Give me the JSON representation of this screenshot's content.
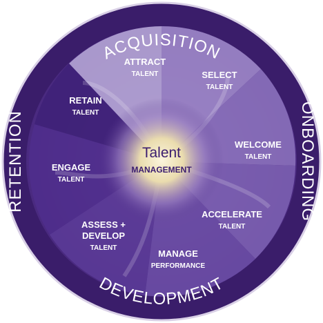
{
  "ring": {
    "top": "ACQUISITION",
    "right": "ONBOARDING",
    "bottom": "DEVELOPMENT",
    "left": "RETENTION"
  },
  "center": {
    "title": "Talent",
    "subtitle": "MANAGEMENT"
  },
  "stages": {
    "attract": {
      "title": "ATTRACT",
      "sub": "TALENT"
    },
    "select": {
      "title": "SELECT",
      "sub": "TALENT"
    },
    "welcome": {
      "title": "WELCOME",
      "sub": "TALENT"
    },
    "accelerate": {
      "title": "ACCELERATE",
      "sub": "TALENT"
    },
    "manage": {
      "title": "MANAGE",
      "sub": "PERFORMANCE"
    },
    "assess": {
      "title": "ASSESS +",
      "title2": "DEVELOP",
      "sub": "TALENT"
    },
    "engage": {
      "title": "ENGAGE",
      "sub": "TALENT"
    },
    "retain": {
      "title": "RETAIN",
      "sub": "TALENT"
    }
  },
  "colors": {
    "ring": "#3d1f6d",
    "segment_dark": "#4e2a86",
    "segment_mid": "#6b4aa3",
    "segment_light": "#a894cc",
    "center_glow": "#f3e7c2"
  }
}
